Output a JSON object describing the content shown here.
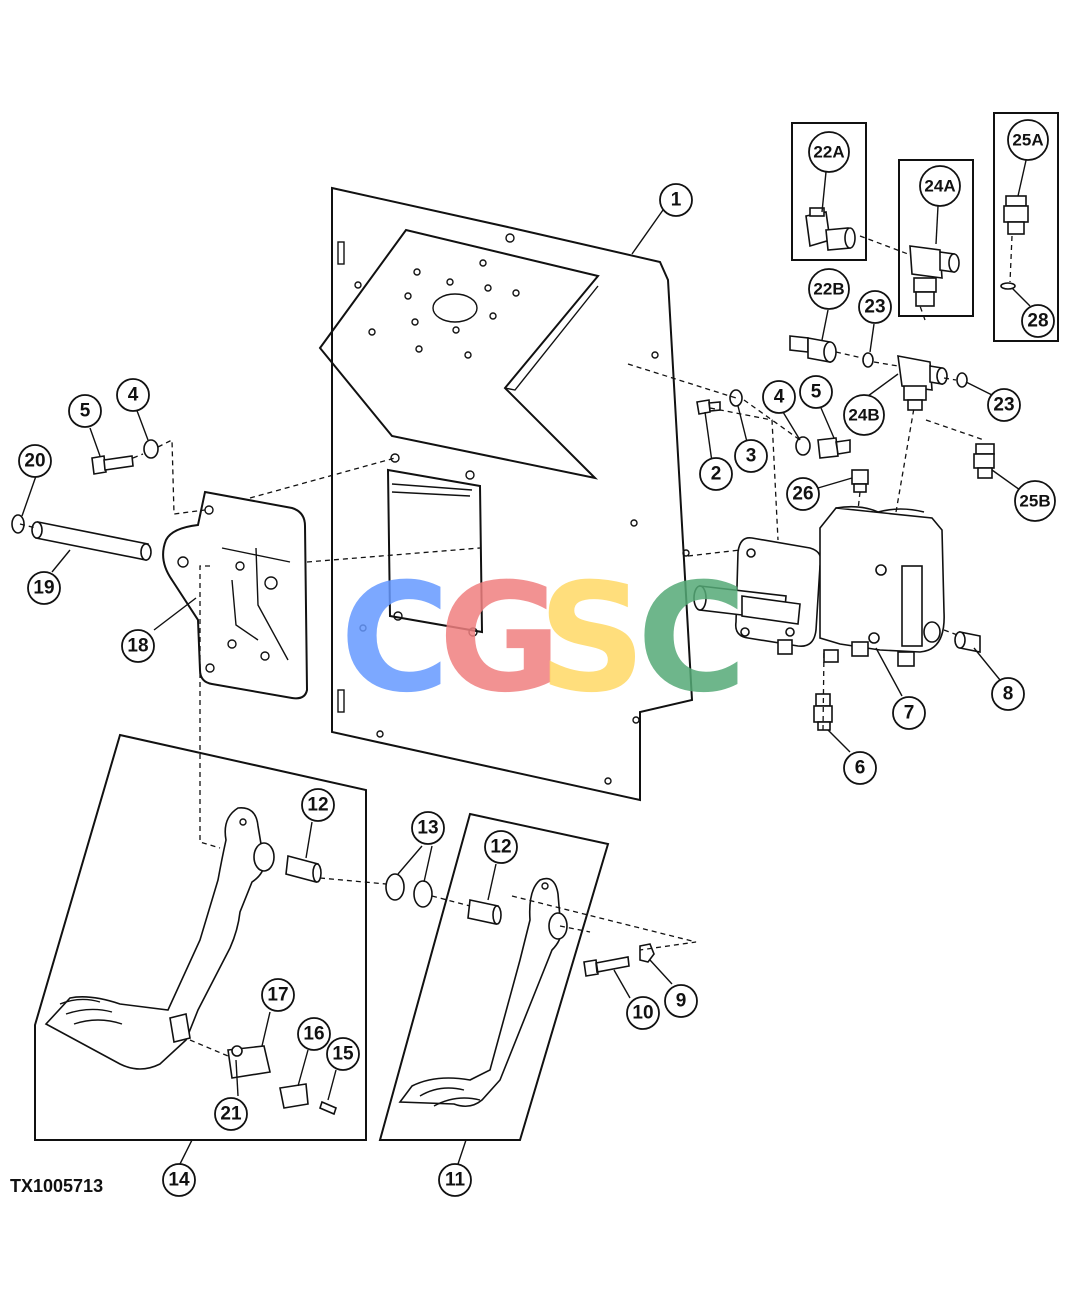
{
  "figure_id": "TX1005713",
  "watermark": {
    "letters": [
      {
        "char": "C",
        "color": "#6699ff"
      },
      {
        "char": "G",
        "color": "#f08080"
      },
      {
        "char": "S",
        "color": "#ffd966"
      },
      {
        "char": "C",
        "color": "#55aa77"
      }
    ]
  },
  "callouts": {
    "c1": "1",
    "c2": "2",
    "c3": "3",
    "c4a": "4",
    "c4b": "4",
    "c5a": "5",
    "c5b": "5",
    "c6": "6",
    "c7": "7",
    "c8": "8",
    "c9": "9",
    "c10": "10",
    "c11": "11",
    "c12a": "12",
    "c12b": "12",
    "c13": "13",
    "c14": "14",
    "c15": "15",
    "c16": "16",
    "c17": "17",
    "c18": "18",
    "c19": "19",
    "c20": "20",
    "c21": "21",
    "c22a": "22A",
    "c22b": "22B",
    "c23a": "23",
    "c23b": "23",
    "c24a": "24A",
    "c24b": "24B",
    "c25a": "25A",
    "c25b": "25B",
    "c26": "26",
    "c28": "28"
  }
}
